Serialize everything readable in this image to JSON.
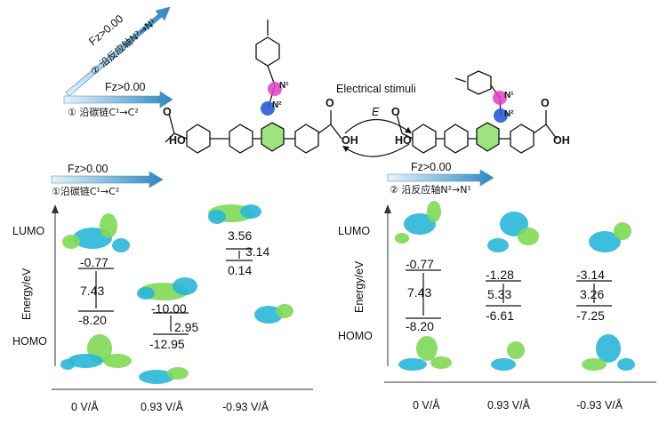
{
  "top": {
    "arrow1": {
      "force": "Fz>0.00",
      "label": "① 沿碳链C¹→C²"
    },
    "arrow2": {
      "force": "Fz>0.00",
      "label": "② 沿反应轴N²→N¹"
    },
    "stimulus_label": "Electrical stimuli",
    "stimulus_symbol": "E",
    "molecule": {
      "n1": "N¹",
      "n2": "N²",
      "left_group": "HO",
      "right_group": "OH",
      "carbonyl": "O"
    }
  },
  "left_panel": {
    "force": "Fz>0.00",
    "direction": "①沿碳链C¹→C²",
    "y_axis": "Energy/eV",
    "lumo_label": "LUMO",
    "homo_label": "HOMO",
    "x_labels": [
      "0 V/Å",
      "0.93 V/Å",
      "-0.93 V/Å"
    ],
    "columns": [
      {
        "lumo": "-0.77",
        "gap": "7.43",
        "homo": "-8.20"
      },
      {
        "lumo": "-10.00",
        "gap": "2.95",
        "homo": "-12.95"
      },
      {
        "lumo": "3.56",
        "gap": "3.14",
        "homo": "0.14"
      }
    ]
  },
  "right_panel": {
    "force": "Fz>0.00",
    "direction": "② 沿反应轴N²→N¹",
    "y_axis": "Energy/eV",
    "lumo_label": "LUMO",
    "homo_label": "HOMO",
    "x_labels": [
      "0 V/Å",
      "0.93 V/Å",
      "-0.93 V/Å"
    ],
    "columns": [
      {
        "lumo": "-0.77",
        "gap": "7.43",
        "homo": "-8.20"
      },
      {
        "lumo": "-1.28",
        "gap": "5.33",
        "homo": "-6.61"
      },
      {
        "lumo": "-3.14",
        "gap": "3.26",
        "homo": "-7.25"
      }
    ]
  },
  "colors": {
    "arrow": "#3a8fc4",
    "orbital_green": "#7ed957",
    "orbital_blue": "#29b6d8",
    "n1_ring": "#e040c8",
    "n2_ring": "#2a5bd8",
    "ring_fill": "#7ed957"
  }
}
